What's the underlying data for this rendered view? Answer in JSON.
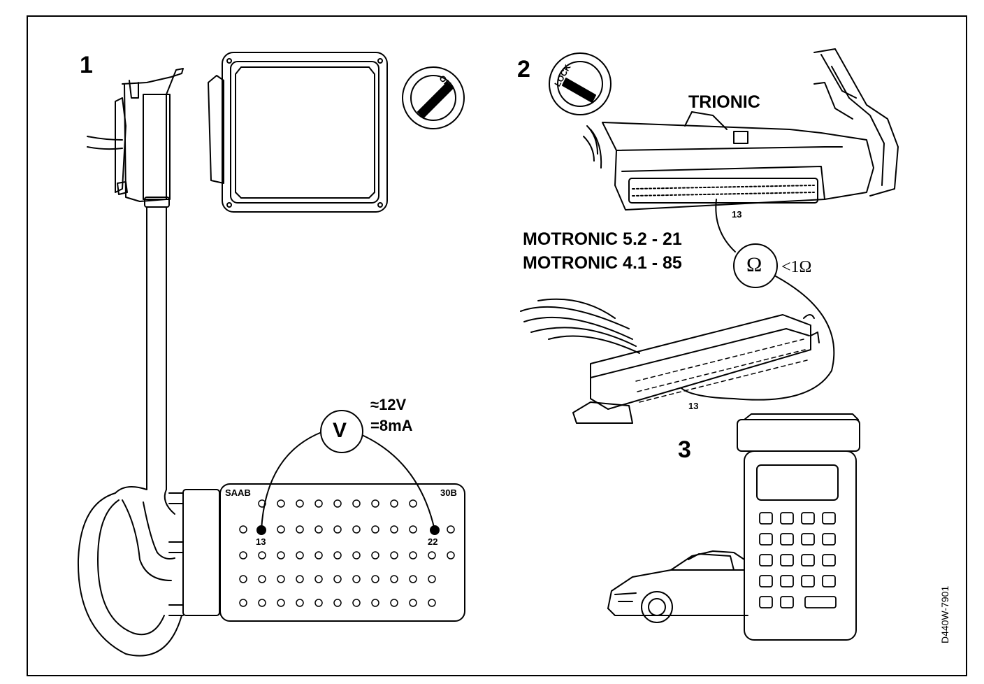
{
  "steps": [
    "1",
    "2",
    "3"
  ],
  "ignition": {
    "on_label": "ON",
    "lock_label": "LOCK"
  },
  "ecu_names": {
    "trionic": "TRIONIC",
    "motronic_1": "MOTRONIC 5.2 - 21",
    "motronic_2": "MOTRONIC 4.1 - 85"
  },
  "pins": {
    "trionic_pin": "13",
    "motronic_pin": "13",
    "box_pin_a": "13",
    "box_pin_b": "22"
  },
  "ohmmeter": {
    "symbol": "Ω",
    "reading": "<1Ω"
  },
  "voltmeter": {
    "symbol": "V",
    "reading_voltage": "≈12V",
    "reading_current": "=8mA"
  },
  "breakout_box": {
    "brand_left": "SAAB",
    "brand_right": "30B"
  },
  "figure_code": "D440W-7901",
  "icons": [
    "ignition-switch-icon",
    "ecu-icon",
    "connector-icon",
    "voltmeter-icon",
    "ohmmeter-icon",
    "diagnostic-tester-icon",
    "car-icon"
  ]
}
